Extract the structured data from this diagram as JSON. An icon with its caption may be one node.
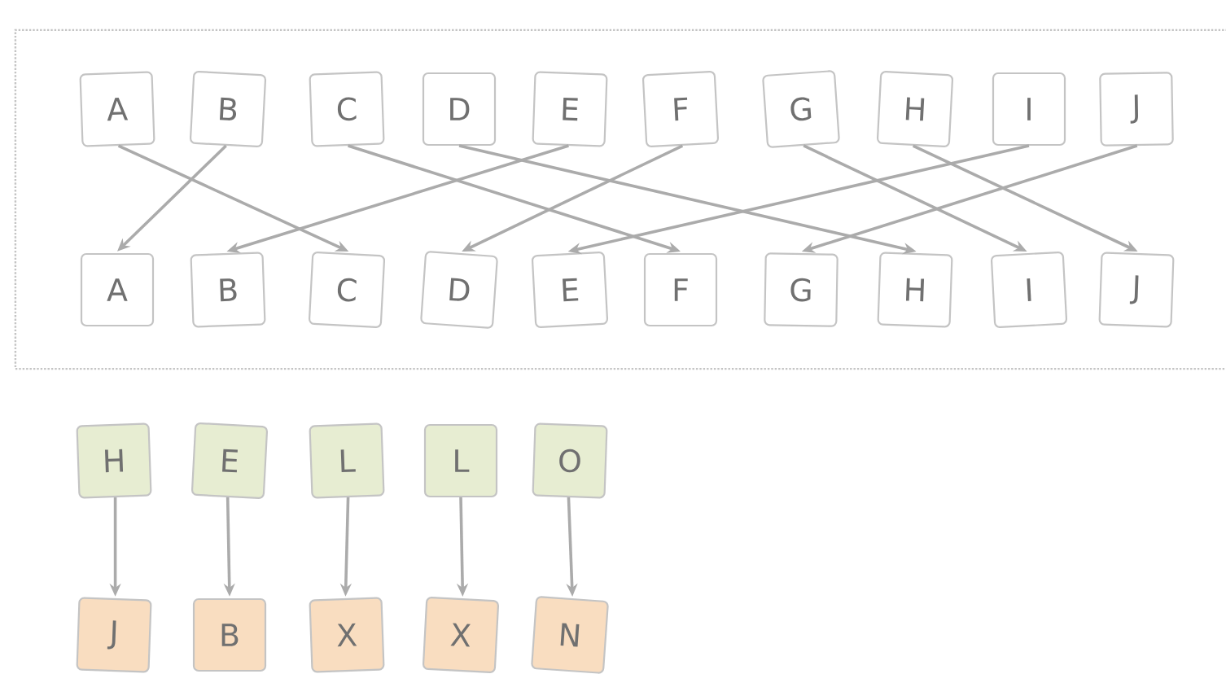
{
  "diagram": {
    "nodes": [
      {
        "text": [],
        "shape": "box"
      },
      {
        "text": [
          "A"
        ],
        "in": 0
      },
      {
        "text": [
          "B"
        ],
        "in": 0
      },
      {
        "text": [
          "C"
        ],
        "in": 0
      },
      {
        "text": [
          "D"
        ],
        "in": 0
      },
      {
        "text": [
          "E"
        ],
        "in": 0
      },
      {
        "text": [
          "F"
        ],
        "in": 0
      },
      {
        "text": [
          "G"
        ],
        "in": 0
      },
      {
        "text": [
          "H"
        ],
        "in": 0
      },
      {
        "text": [
          "I"
        ],
        "in": 0
      },
      {
        "text": [
          "J"
        ],
        "in": 0
      },
      {
        "text": [
          "A"
        ],
        "in": 0
      },
      {
        "text": [
          "B"
        ],
        "in": 0
      },
      {
        "text": [
          "C"
        ],
        "in": 0
      },
      {
        "text": [
          "D"
        ],
        "in": 0
      },
      {
        "text": [
          "E"
        ],
        "in": 0
      },
      {
        "text": [
          "F"
        ],
        "in": 0
      },
      {
        "text": [
          "G"
        ],
        "in": 0
      },
      {
        "text": [
          "H"
        ],
        "in": 0
      },
      {
        "text": [
          "I"
        ],
        "in": 0
      },
      {
        "text": [
          "J"
        ],
        "in": 0
      },
      {
        "text": [
          "H"
        ]
      },
      {
        "text": [
          "E"
        ]
      },
      {
        "text": [
          "L"
        ]
      },
      {
        "text": [
          "L"
        ]
      },
      {
        "text": [
          "O"
        ]
      },
      {
        "text": [
          "J"
        ]
      },
      {
        "text": [
          "B"
        ]
      },
      {
        "text": [
          "X"
        ]
      },
      {
        "text": [
          "X"
        ]
      },
      {
        "text": [
          "N"
        ]
      }
    ],
    "edges": [
      {
        "from": 1,
        "to": 13,
        "arrow": "to"
      },
      {
        "from": 2,
        "to": 11,
        "arrow": "to"
      },
      {
        "from": 3,
        "to": 16,
        "arrow": "to"
      },
      {
        "from": 4,
        "to": 18,
        "arrow": "to"
      },
      {
        "from": 5,
        "to": 12,
        "arrow": "to"
      },
      {
        "from": 6,
        "to": 14,
        "arrow": "to"
      },
      {
        "from": 7,
        "to": 19,
        "arrow": "to"
      },
      {
        "from": 8,
        "to": 20,
        "arrow": "to"
      },
      {
        "from": 9,
        "to": 15,
        "arrow": "to"
      },
      {
        "from": 10,
        "to": 17,
        "arrow": "to"
      },
      {
        "from": 21,
        "to": 26,
        "arrow": "to"
      },
      {
        "from": 22,
        "to": 27,
        "arrow": "to"
      },
      {
        "from": 23,
        "to": 28,
        "arrow": "to"
      },
      {
        "from": 24,
        "to": 29,
        "arrow": "to"
      },
      {
        "from": 25,
        "to": 30,
        "arrow": "to"
      }
    ]
  }
}
